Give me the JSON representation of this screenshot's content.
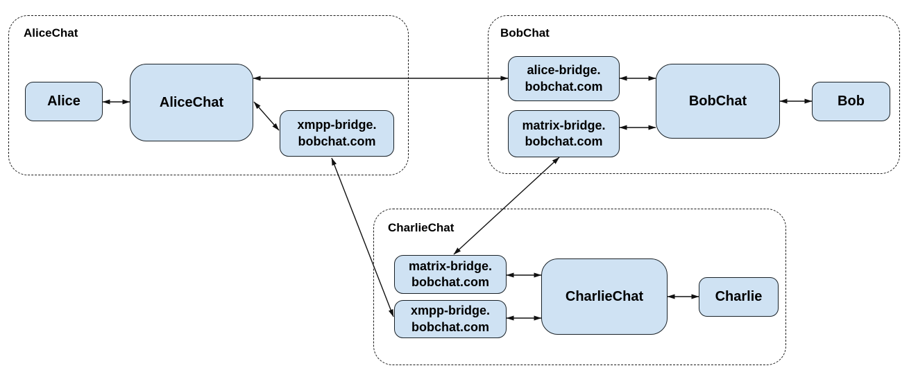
{
  "diagram": {
    "groups": [
      {
        "id": "alicechat-group",
        "label": "AliceChat"
      },
      {
        "id": "bobchat-group",
        "label": "BobChat"
      },
      {
        "id": "charliechat-group",
        "label": "CharlieChat"
      }
    ],
    "nodes": [
      {
        "id": "alice",
        "label": "Alice"
      },
      {
        "id": "alicechat-server",
        "label": "AliceChat"
      },
      {
        "id": "xmpp-bridge-alicechat",
        "label": "xmpp-bridge.\nbobchat.com"
      },
      {
        "id": "alice-bridge-bobchat",
        "label": "alice-bridge.\nbobchat.com"
      },
      {
        "id": "matrix-bridge-bobchat",
        "label": "matrix-bridge.\nbobchat.com"
      },
      {
        "id": "bobchat-server",
        "label": "BobChat"
      },
      {
        "id": "bob",
        "label": "Bob"
      },
      {
        "id": "matrix-bridge-charliechat",
        "label": "matrix-bridge.\nbobchat.com"
      },
      {
        "id": "xmpp-bridge-charliechat",
        "label": "xmpp-bridge.\nbobchat.com"
      },
      {
        "id": "charliechat-server",
        "label": "CharlieChat"
      },
      {
        "id": "charlie",
        "label": "Charlie"
      }
    ],
    "edges": [
      {
        "from": "alice",
        "to": "alicechat-server",
        "arrows": "both"
      },
      {
        "from": "alicechat-server",
        "to": "alice-bridge-bobchat",
        "arrows": "both"
      },
      {
        "from": "alicechat-server",
        "to": "xmpp-bridge-alicechat",
        "arrows": "both"
      },
      {
        "from": "xmpp-bridge-alicechat",
        "to": "xmpp-bridge-charliechat",
        "arrows": "both"
      },
      {
        "from": "alice-bridge-bobchat",
        "to": "bobchat-server",
        "arrows": "both"
      },
      {
        "from": "matrix-bridge-bobchat",
        "to": "bobchat-server",
        "arrows": "both"
      },
      {
        "from": "bobchat-server",
        "to": "bob",
        "arrows": "both"
      },
      {
        "from": "matrix-bridge-bobchat",
        "to": "matrix-bridge-charliechat",
        "arrows": "both"
      },
      {
        "from": "matrix-bridge-charliechat",
        "to": "charliechat-server",
        "arrows": "both"
      },
      {
        "from": "xmpp-bridge-charliechat",
        "to": "charliechat-server",
        "arrows": "both"
      },
      {
        "from": "charliechat-server",
        "to": "charlie",
        "arrows": "both"
      }
    ],
    "colors": {
      "node_fill": "#cfe2f3",
      "node_border": "#182026",
      "line": "#111111",
      "text": "#000000",
      "background": "#ffffff"
    }
  }
}
